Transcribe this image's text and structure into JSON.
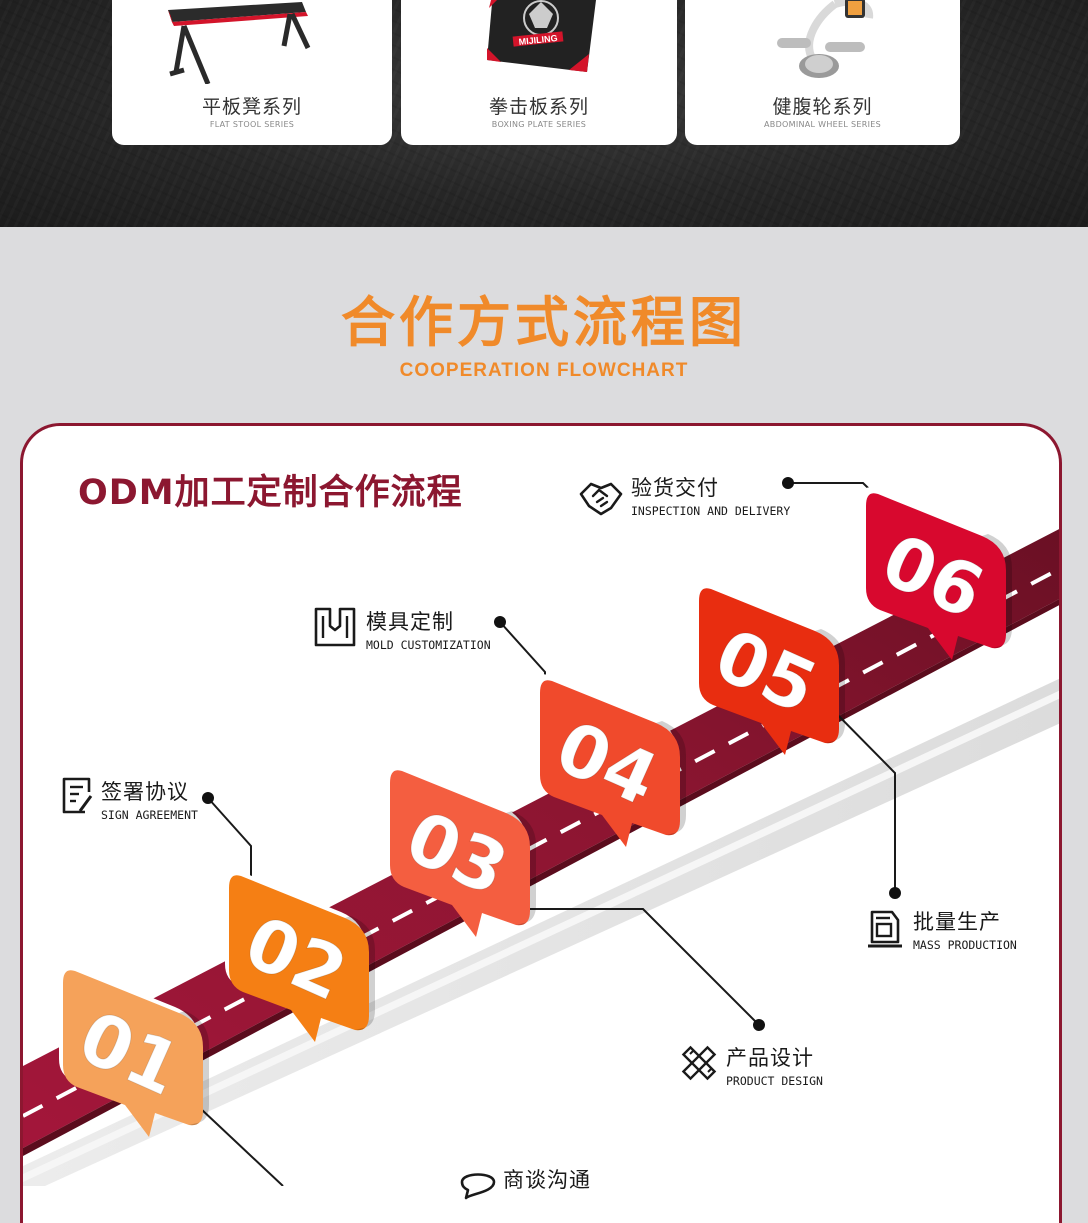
{
  "products": [
    {
      "name": "平板凳系列",
      "subtitle": "FLAT STOOL SERIES"
    },
    {
      "name": "拳击板系列",
      "subtitle": "BOXING PLATE SERIES"
    },
    {
      "name": "健腹轮系列",
      "subtitle": "ABDOMINAL WHEEL SERIES"
    }
  ],
  "section": {
    "title": "合作方式流程图",
    "subtitle": "COOPERATION FLOWCHART"
  },
  "panel": {
    "title": "ODM加工定制合作流程"
  },
  "steps": [
    {
      "number": "01",
      "label": "",
      "label_en": "",
      "icon": "chat-icon",
      "color": "#f5a25a"
    },
    {
      "number": "02",
      "label": "签署协议",
      "label_en": "SIGN AGREEMENT",
      "icon": "document-pen-icon",
      "color": "#f57f14"
    },
    {
      "number": "03",
      "label": "产品设计",
      "label_en": "PRODUCT DESIGN",
      "icon": "ruler-pencil-icon",
      "color": "#f45e40"
    },
    {
      "number": "04",
      "label": "模具定制",
      "label_en": "MOLD CUSTOMIZATION",
      "icon": "mold-icon",
      "color": "#f04a2c"
    },
    {
      "number": "05",
      "label": "批量生产",
      "label_en": "MASS PRODUCTION",
      "icon": "machine-icon",
      "color": "#e82d10"
    },
    {
      "number": "06",
      "label": "验货交付",
      "label_en": "INSPECTION AND DELIVERY",
      "icon": "handshake-icon",
      "color": "#d8082e"
    }
  ],
  "colors": {
    "accent": "#f08a2a",
    "brand": "#8c1730",
    "road": "#8c1730"
  },
  "partial_bottom_label": "商谈沟通"
}
